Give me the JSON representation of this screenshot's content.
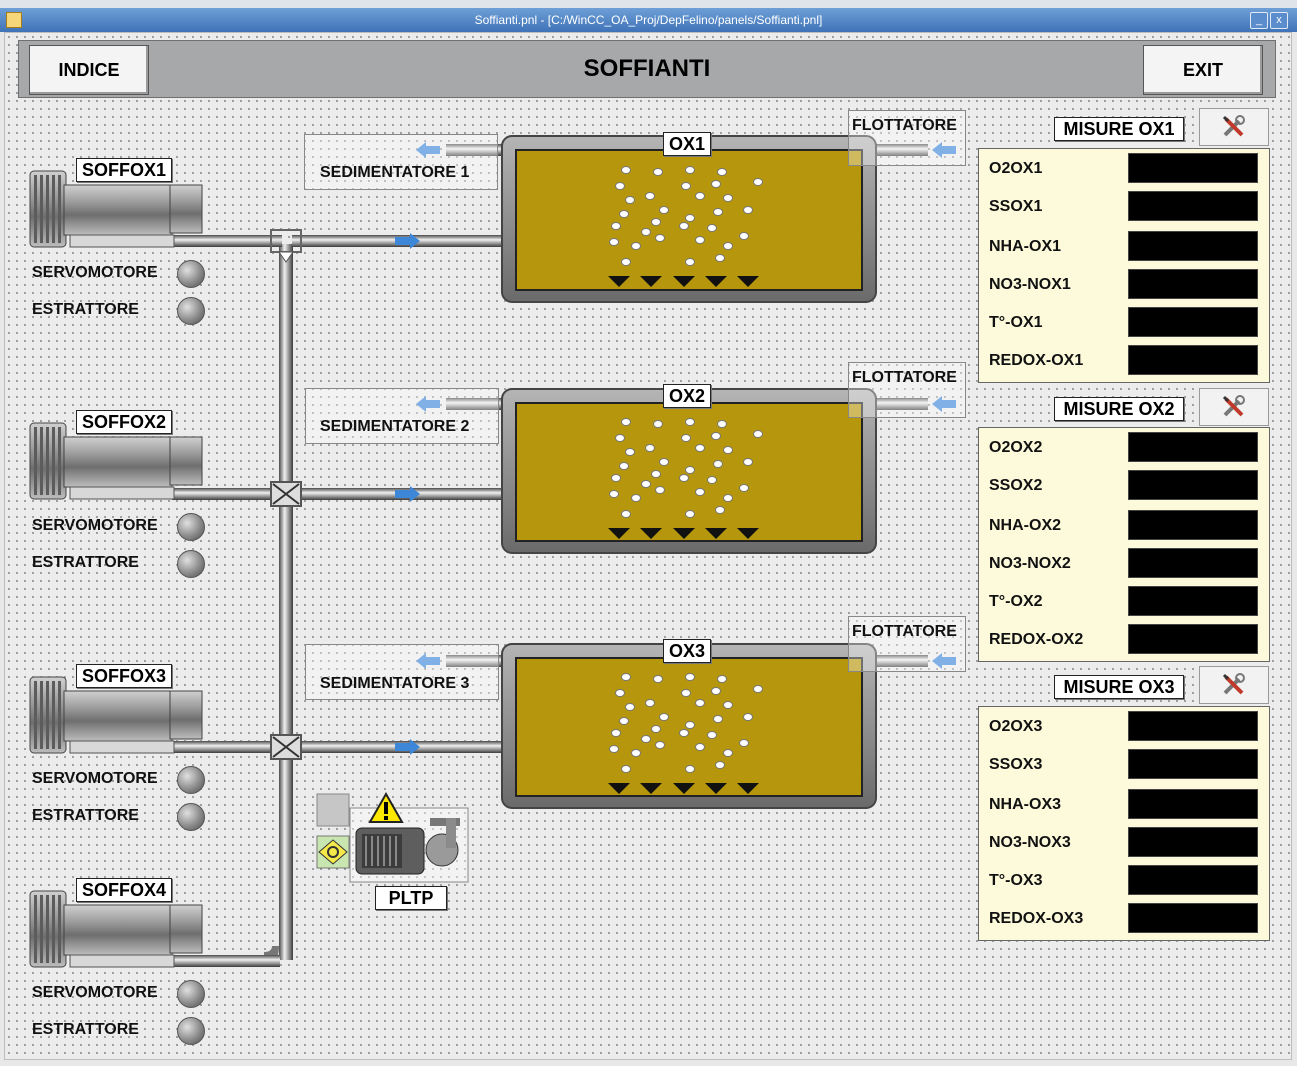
{
  "window": {
    "title": "Soffianti.pnl - [C:/WinCC_OA_Proj/DepFelino/panels/Soffianti.pnl]",
    "minimize": "_",
    "close": "x"
  },
  "header": {
    "title": "SOFFIANTI",
    "left_button": "INDICE",
    "right_button": "EXIT"
  },
  "blowers": [
    {
      "name": "SOFFOX1",
      "servo_label": "SERVOMOTORE",
      "extractor_label": "ESTRATTORE"
    },
    {
      "name": "SOFFOX2",
      "servo_label": "SERVOMOTORE",
      "extractor_label": "ESTRATTORE"
    },
    {
      "name": "SOFFOX3",
      "servo_label": "SERVOMOTORE",
      "extractor_label": "ESTRATTORE"
    },
    {
      "name": "SOFFOX4",
      "servo_label": "SERVOMOTORE",
      "extractor_label": "ESTRATTORE"
    }
  ],
  "tanks": [
    {
      "name": "OX1",
      "sedimentatore": "SEDIMENTATORE 1",
      "flottatore": "FLOTTATORE"
    },
    {
      "name": "OX2",
      "sedimentatore": "SEDIMENTATORE 2",
      "flottatore": "FLOTTATORE"
    },
    {
      "name": "OX3",
      "sedimentatore": "SEDIMENTATORE 3",
      "flottatore": "FLOTTATORE"
    }
  ],
  "pump": {
    "name": "PLTP"
  },
  "misure": [
    {
      "title": "MISURE OX1",
      "rows": [
        {
          "label": "O2OX1",
          "value": ""
        },
        {
          "label": "SSOX1",
          "value": ""
        },
        {
          "label": "NHA-OX1",
          "value": ""
        },
        {
          "label": "NO3-NOX1",
          "value": ""
        },
        {
          "label": "T°-OX1",
          "value": ""
        },
        {
          "label": "REDOX-OX1",
          "value": ""
        }
      ]
    },
    {
      "title": "MISURE OX2",
      "rows": [
        {
          "label": "O2OX2",
          "value": ""
        },
        {
          "label": "SSOX2",
          "value": ""
        },
        {
          "label": "NHA-OX2",
          "value": ""
        },
        {
          "label": "NO3-NOX2",
          "value": ""
        },
        {
          "label": "T°-OX2",
          "value": ""
        },
        {
          "label": "REDOX-OX2",
          "value": ""
        }
      ]
    },
    {
      "title": "MISURE OX3",
      "rows": [
        {
          "label": "O2OX3",
          "value": ""
        },
        {
          "label": "SSOX3",
          "value": ""
        },
        {
          "label": "NHA-OX3",
          "value": ""
        },
        {
          "label": "NO3-NOX3",
          "value": ""
        },
        {
          "label": "T°-OX3",
          "value": ""
        },
        {
          "label": "REDOX-OX3",
          "value": ""
        }
      ]
    }
  ],
  "colors": {
    "sludge": "#b5960c",
    "tank_wall": "#8a8a8a",
    "flow_arrow": "#3d86d8",
    "measure_bg": "#fdfadc",
    "display": "#000000"
  },
  "icons": {
    "tool": "wrench-screwdriver-icon",
    "warning": "warning-triangle-icon",
    "pump": "pump-icon"
  }
}
